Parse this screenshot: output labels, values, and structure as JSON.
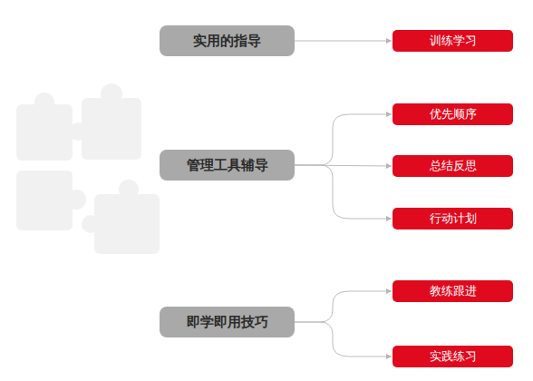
{
  "diagram": {
    "nodes": [
      {
        "text": [
          "实用的指导"
        ]
      },
      {
        "text": [
          "训练学习"
        ]
      },
      {
        "text": [
          "管理工具辅导"
        ]
      },
      {
        "text": [
          "优先顺序"
        ]
      },
      {
        "text": [
          "总结反思"
        ]
      },
      {
        "text": [
          "行动计划"
        ]
      },
      {
        "text": [
          "即学即用技巧"
        ]
      },
      {
        "text": [
          "教练跟进"
        ]
      },
      {
        "text": [
          "实践练习"
        ]
      }
    ],
    "edges": [
      {
        "from": 0,
        "to": 1,
        "arrow": "to"
      },
      {
        "from": 2,
        "to": 3,
        "arrow": "to"
      },
      {
        "from": 2,
        "to": 4,
        "arrow": "to"
      },
      {
        "from": 2,
        "to": 5,
        "arrow": "to"
      },
      {
        "from": 6,
        "to": 7,
        "arrow": "to"
      },
      {
        "from": 6,
        "to": 8,
        "arrow": "to"
      }
    ]
  }
}
